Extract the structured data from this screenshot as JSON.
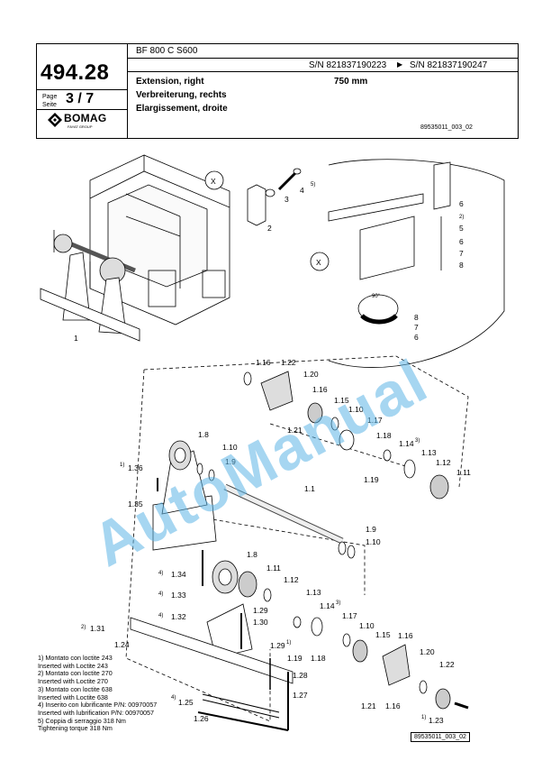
{
  "header": {
    "model": "BF 800 C S600",
    "page_number": "494.28",
    "page_label_line1": "Page",
    "page_label_line2": "Seite",
    "page_value": "3 / 7",
    "sn_from": "S/N 821837190223",
    "sn_arrow": "▶",
    "sn_to": "S/N 821837190247",
    "title_en": "Extension, right",
    "title_de": "Verbreiterung, rechts",
    "title_fr": "Elargissement, droite",
    "width": "750 mm",
    "drawing_code": "89535011_003_02"
  },
  "logo": {
    "brand": "BOMAG",
    "group": "FAYAT GROUP"
  },
  "watermark": "AutoManual",
  "callouts": {
    "x": "X",
    "angle": "90°",
    "c1": "1",
    "c2": "2",
    "c3": "3",
    "c4": "4",
    "c5": "5",
    "c6": "6",
    "c7": "7",
    "c8": "8",
    "n5": "5)",
    "n2": "2)",
    "n3": "3)",
    "n1": "1)",
    "n4": "4)",
    "c1_1": "1.1",
    "c1_8": "1.8",
    "c1_9": "1.9",
    "c1_10": "1.10",
    "c1_11": "1.11",
    "c1_12": "1.12",
    "c1_13": "1.13",
    "c1_14": "1.14",
    "c1_15": "1.15",
    "c1_16": "1.16",
    "c1_17": "1.17",
    "c1_18": "1.18",
    "c1_19": "1.19",
    "c1_20": "1.20",
    "c1_21": "1.21",
    "c1_22": "1.22",
    "c1_23": "1.23",
    "c1_24": "1.24",
    "c1_25": "1.25",
    "c1_26": "1.26",
    "c1_27": "1.27",
    "c1_28": "1.28",
    "c1_29": "1.29",
    "c1_30": "1.30",
    "c1_31": "1.31",
    "c1_32": "1.32",
    "c1_33": "1.33",
    "c1_34": "1.34",
    "c1_35": "1.35",
    "c1_36": "1.36"
  },
  "notes": [
    "1) Montato con loctite 243",
    "    Inserted with Loctite 243",
    "2) Montato con loctite 270",
    "    Inserted with Loctite 270",
    "3) Montato con loctite 638",
    "    Inserted with Loctite 638",
    "4) Inserito con lubrificante P/N: 00970057",
    "    Inserted with lubrification P/N: 00970057",
    "5) Coppia di serraggio 318 Nm",
    "    Tightening torque 318 Nm"
  ]
}
